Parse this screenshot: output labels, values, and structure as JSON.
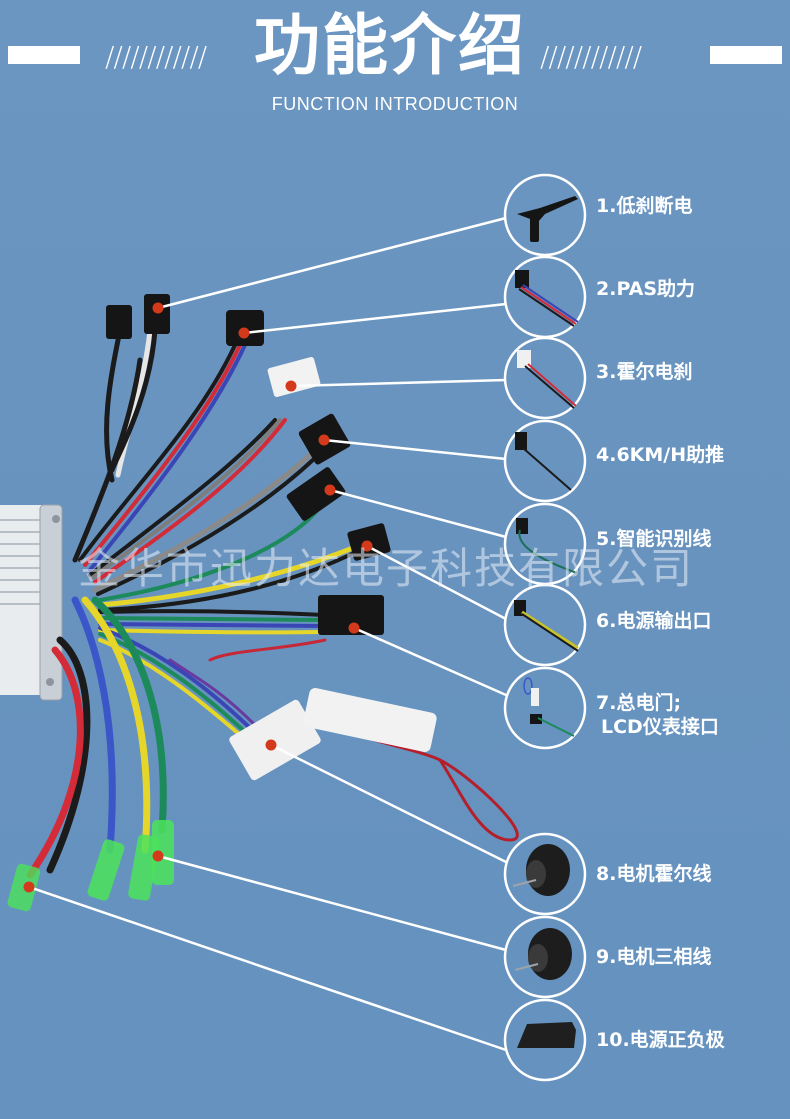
{
  "header": {
    "title": "功能介绍",
    "subtitle": "FUNCTION INTRODUCTION",
    "hatch_left": "////////////",
    "hatch_right": "////////////"
  },
  "watermark": "金华市迅力达电子科技有限公司",
  "colors": {
    "background": "#6a95c0",
    "marker": "#d33a1c",
    "line": "#ffffff"
  },
  "functions": [
    {
      "label": "1.低刹断电",
      "icon": "brake-lever-icon"
    },
    {
      "label": "2.PAS助力",
      "icon": "pas-connector-icon"
    },
    {
      "label": "3.霍尔电刹",
      "icon": "hall-brake-connector-icon"
    },
    {
      "label": "4.6KM/H助推",
      "icon": "push-assist-connector-icon"
    },
    {
      "label": "5.智能识别线",
      "icon": "smart-id-wire-icon"
    },
    {
      "label": "6.电源输出口",
      "icon": "power-output-connector-icon"
    },
    {
      "label": "7.总电门;",
      "label2": "LCD仪表接口",
      "icon": "lcd-display-connector-icon"
    },
    {
      "label": "8.电机霍尔线",
      "icon": "hub-motor-icon"
    },
    {
      "label": "9.电机三相线",
      "icon": "hub-motor-icon"
    },
    {
      "label": "10.电源正负极",
      "icon": "battery-pack-icon"
    }
  ]
}
